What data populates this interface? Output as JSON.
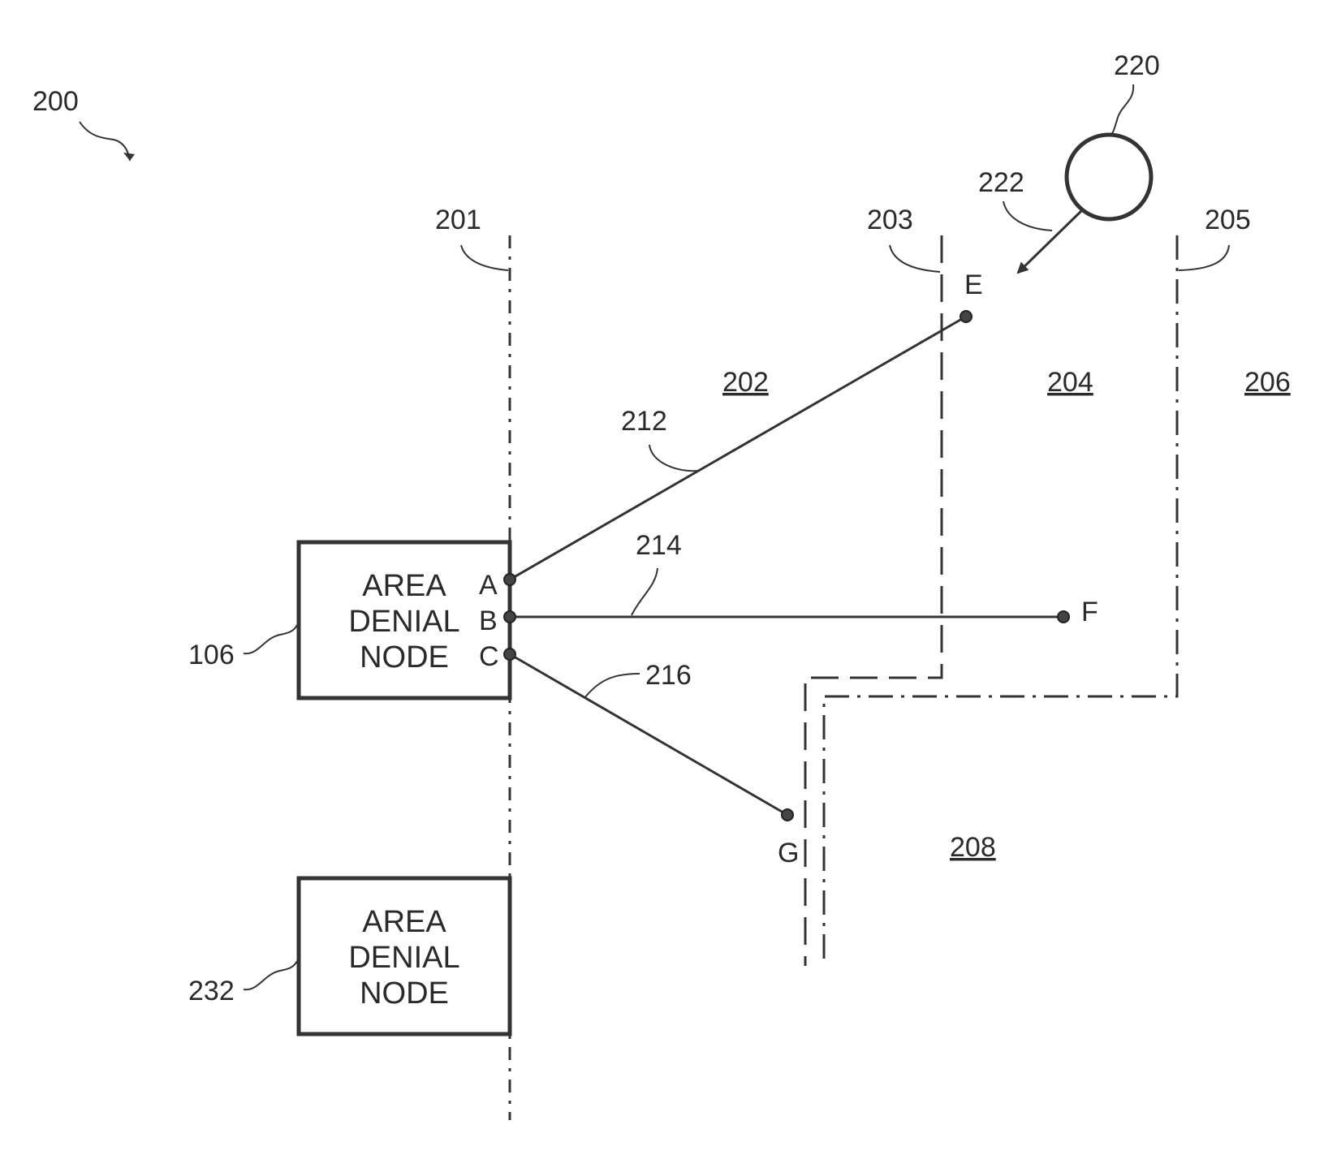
{
  "figure": {
    "number": "200"
  },
  "boundaries": {
    "b201": "201",
    "b203": "203",
    "b205": "205"
  },
  "zones": {
    "z202": "202",
    "z204": "204",
    "z206": "206",
    "z208": "208"
  },
  "nodes": [
    {
      "ref": "106",
      "lines": [
        "AREA",
        "DENIAL",
        "NODE"
      ]
    },
    {
      "ref": "232",
      "lines": [
        "AREA",
        "DENIAL",
        "NODE"
      ]
    }
  ],
  "ports": {
    "a": "A",
    "b": "B",
    "c": "C"
  },
  "endpoints": {
    "e": "E",
    "f": "F",
    "g": "G"
  },
  "links": {
    "l212": "212",
    "l214": "214",
    "l216": "216"
  },
  "target": {
    "ref": "220",
    "direction_ref": "222"
  }
}
